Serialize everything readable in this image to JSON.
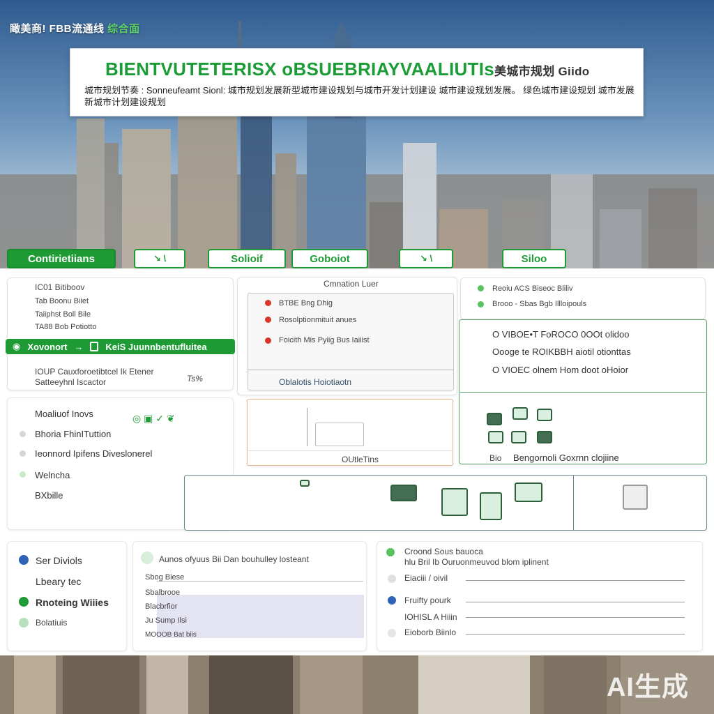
{
  "header": {
    "topline_main": "瞰美商! FBB流通线 ",
    "topline_accent": "综合面",
    "title": "BIENTVUTETERISX oBSUEBRIAYVAALIUTIs",
    "title_suffix": "美城市规划 Giido",
    "subtitle": "城市规划节奏 : Sonneufeamt Sionl: 城市规划发展新型城市建设规划与城市开发计划建设 城市建设规划发展。 绿色城市建设规划 城市发展新城市计划建设规划"
  },
  "nav": {
    "items": [
      {
        "label": "Contirietiians"
      },
      {
        "label": "↘ \\"
      },
      {
        "label": "Solioif"
      },
      {
        "label": "Goboiot"
      },
      {
        "label": "↘ \\"
      },
      {
        "label": "Siloo"
      }
    ]
  },
  "left_top": {
    "items": [
      "IC01 Bitiboov",
      "Tab Boonu Biiet",
      "Taiiphst Boll Bile",
      "TA88 Bob Potiotto"
    ],
    "greenbar_left": "Xovonort",
    "greenbar_right": "KeiS Juunnbentufluitea",
    "note_line1": "IOUP Cauxforoetibtcel Ik Etener",
    "note_line2": "Satteeyhnl Iscactor",
    "note_sign": "Ts%"
  },
  "center_top": {
    "header": "Cmnation Luer",
    "items": [
      "BTBE Bng Dhig",
      "Rosolptionmituit anues",
      "Foicith Mis Pyiig Bus Iaiiist"
    ],
    "footer": "Oblalotis Hoiotiaotn"
  },
  "right_top": {
    "items": [
      "Reoiu ACS Biseoc Bliliv",
      "Brooo - Sbas Bgb Illloipouls"
    ],
    "box_items": [
      "O VIBOE•T FoROCO 0OOt olidoo",
      "Oooge te ROIKBBH aiotil otionttas",
      "O VIOEC olnem Hom doot oHoior"
    ],
    "footer_prefix": "Bio",
    "footer": "Bengornoli Goxrnn clojiine"
  },
  "center_mid": {
    "footer": "OUtleTins"
  },
  "left_mid": {
    "header": "Moaliuof Inovs",
    "items": [
      "Bhoria FhinITuttion",
      "Ieonnord Ipifens Diveslonerel",
      "Welncha",
      "BXbille"
    ]
  },
  "bottom_left": {
    "items": [
      "Ser Diviols",
      "Lbeary tec",
      "Rnoteing Wiiies",
      "Bolatiuis"
    ]
  },
  "bottom_center": {
    "header": "Aunos ofyuus Bii Dan bouhulley losteant",
    "items": [
      "Sbog Biese",
      "Sbalbrooe",
      "Blacbrfior",
      "Ju Sump Ilsi",
      "MOOOB Bat biis"
    ]
  },
  "bottom_right": {
    "header": "Croond Sous bauoca",
    "subheader": "hlu Bril Ib Ouruonmeuvod blom iplinent",
    "fields": [
      "Eiaciii / oivil",
      "Fruifty pourk",
      "IOHISL A Hiiin",
      "Eioborb Biinlo"
    ]
  },
  "watermark": "AI生成",
  "colors": {
    "accent": "#1f9b35",
    "red_dot": "#d9352b",
    "blue_dot": "#2f63b8"
  }
}
